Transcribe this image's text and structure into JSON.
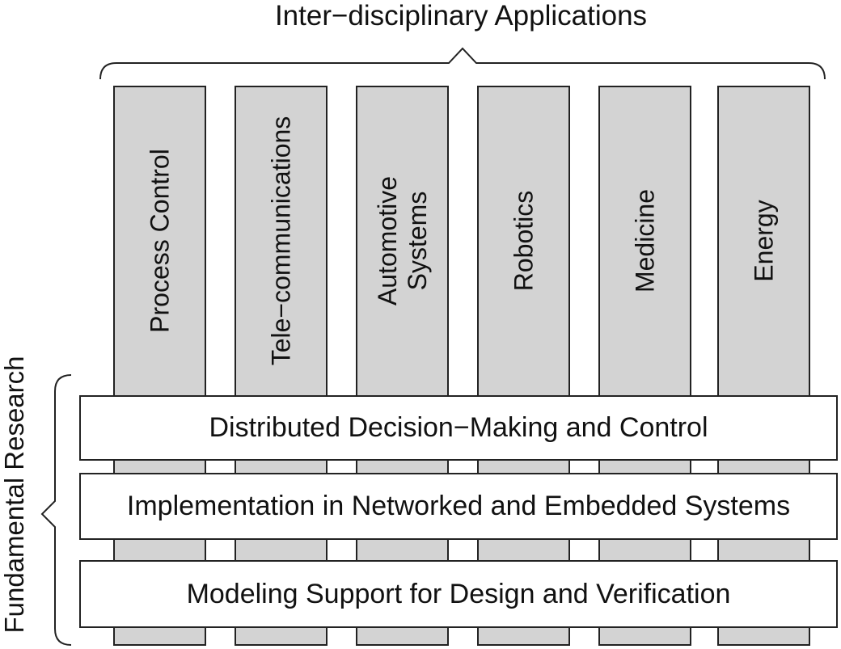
{
  "applications": {
    "title": "Inter−disciplinary Applications",
    "items": [
      {
        "label": "Process Control"
      },
      {
        "label": "Tele−communications"
      },
      {
        "label": "Automotive\nSystems"
      },
      {
        "label": "Robotics"
      },
      {
        "label": "Medicine"
      },
      {
        "label": "Energy"
      }
    ]
  },
  "research": {
    "title": "Fundamental Research",
    "layers": [
      {
        "label": "Distributed Decision−Making and Control"
      },
      {
        "label": "Implementation in Networked and Embedded Systems"
      },
      {
        "label": "Modeling Support for Design and Verification"
      }
    ]
  },
  "colors": {
    "pillar_fill": "#d3d3d3",
    "layer_fill": "#ffffff",
    "stroke": "#222222"
  }
}
